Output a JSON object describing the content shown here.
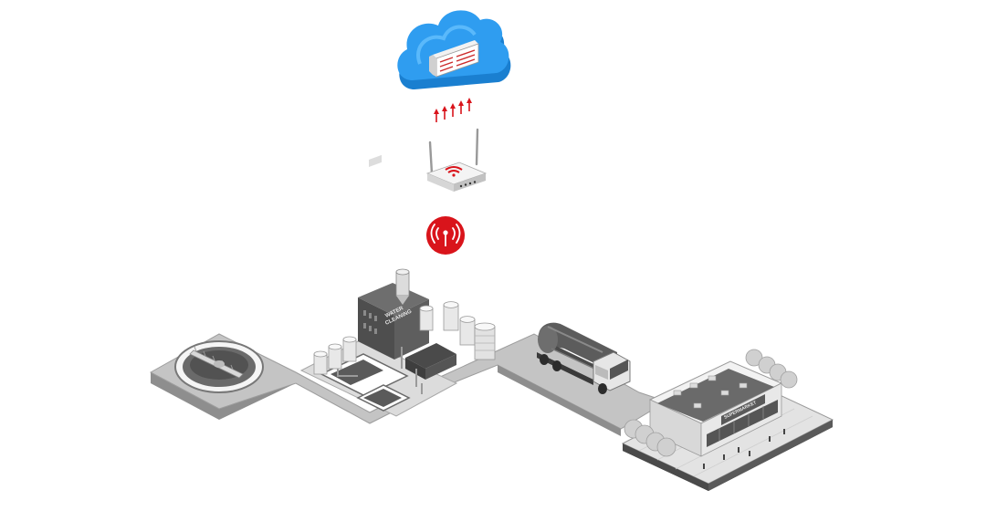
{
  "colors": {
    "cloud_blue": "#1e8ee0",
    "cloud_light": "#4fb3f5",
    "signal_red": "#d9141b",
    "ground_grey": "#bdbdbd",
    "building_dark": "#5a5a5a",
    "building_mid": "#8c8c8c",
    "building_light": "#e6e6e6"
  },
  "icons": {
    "cloud": "cloud-server-icon",
    "arrows": "upload-arrows-icon",
    "router": "wifi-router-icon",
    "signal": "wireless-signal-icon"
  },
  "labels": {
    "plant_sign_line1": "WATER",
    "plant_sign_line2": "CLEANING",
    "store_sign": "SUPERMARKET"
  }
}
